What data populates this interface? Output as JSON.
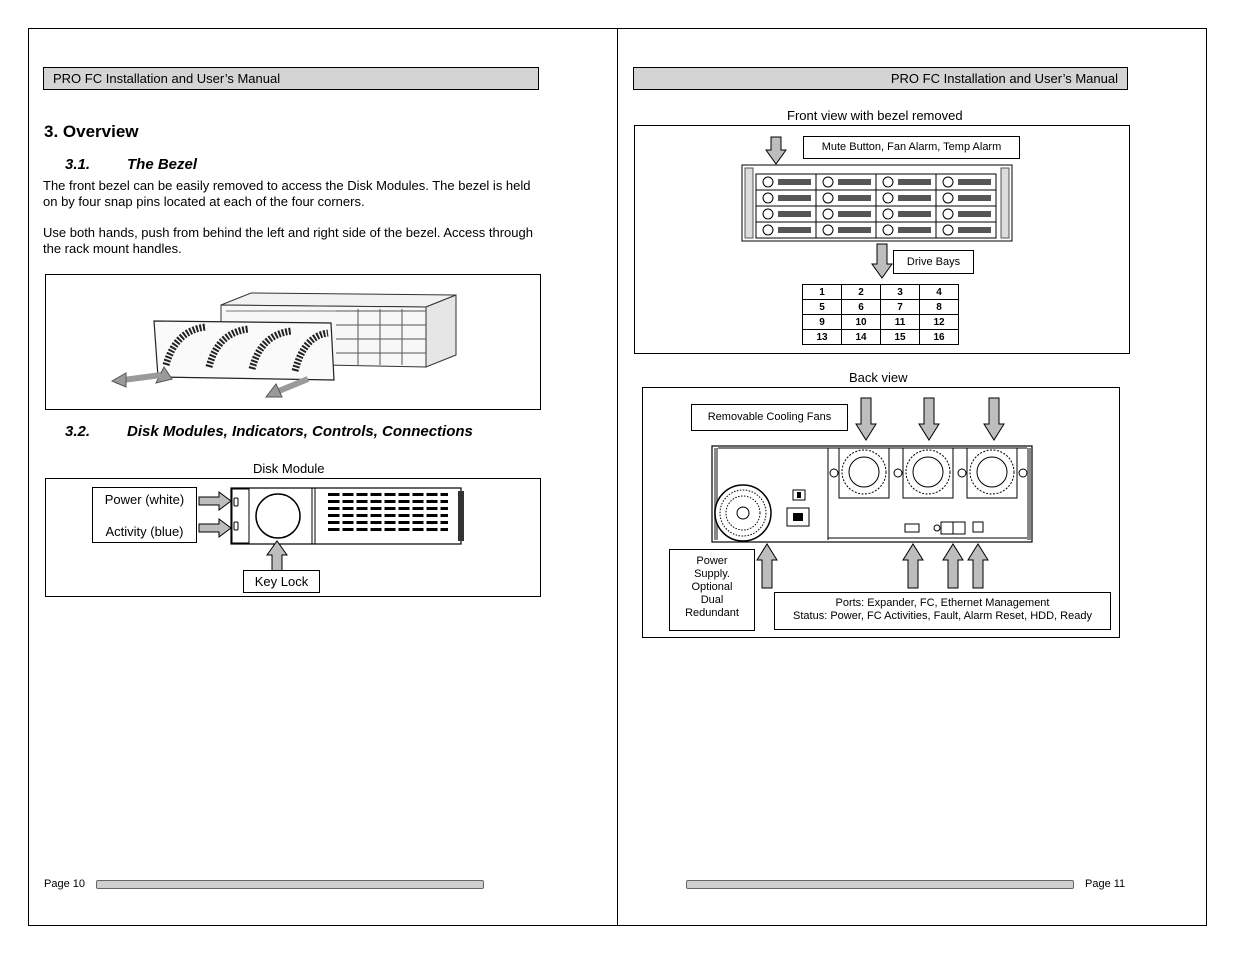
{
  "manual_title": "PRO FC Installation and User’s Manual",
  "left_page": {
    "section_title": "3. Overview",
    "sub1": {
      "number": "3.1.",
      "title": "The Bezel"
    },
    "para1": "The front bezel can be easily removed to access the Disk Modules.  The bezel is held on by four snap pins located at each of the four corners.",
    "para2": "Use both hands, push from behind the left and right side of the bezel.  Access through the rack mount handles.",
    "sub2": {
      "number": "3.2.",
      "title": "Disk Modules, Indicators, Controls, Connections"
    },
    "disk_module_caption": "Disk Module",
    "power_label": "Power (white)",
    "activity_label": "Activity (blue)",
    "key_lock_label": "Key Lock",
    "page_number": "Page 10"
  },
  "right_page": {
    "front_caption": "Front view with bezel removed",
    "mute_label": "Mute Button, Fan Alarm, Temp Alarm",
    "drive_bays_label": "Drive Bays",
    "bay_grid": [
      [
        "1",
        "2",
        "3",
        "4"
      ],
      [
        "5",
        "6",
        "7",
        "8"
      ],
      [
        "9",
        "10",
        "11",
        "12"
      ],
      [
        "13",
        "14",
        "15",
        "16"
      ]
    ],
    "back_caption": "Back view",
    "fans_label": "Removable Cooling Fans",
    "psu_label": [
      "Power",
      "Supply.",
      "Optional",
      "Dual",
      "Redundant"
    ],
    "ports_line1": "Ports: Expander, FC, Ethernet Management",
    "ports_line2": "Status: Power, FC Activities, Fault, Alarm Reset, HDD, Ready",
    "page_number": "Page 11"
  },
  "colors": {
    "header_bg": "#d4d4d4",
    "arrow_fill": "#bdbdbd",
    "footer_bar": "#cfcfcf"
  }
}
